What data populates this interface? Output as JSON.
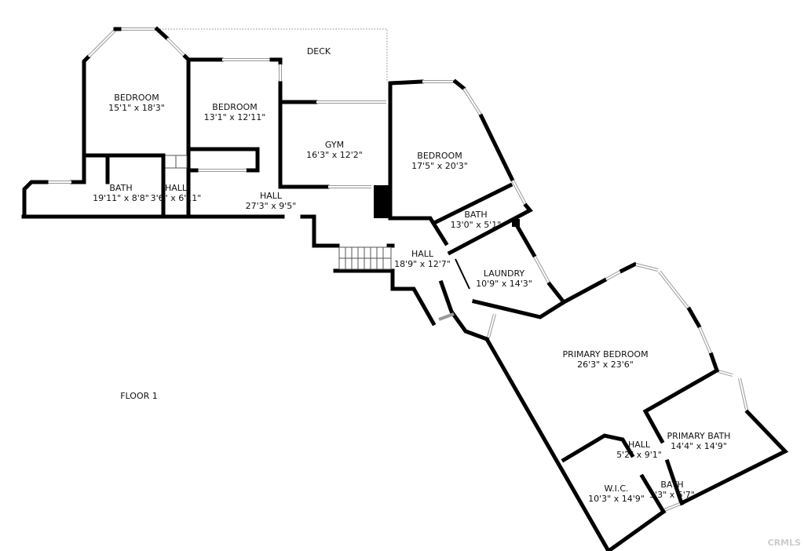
{
  "floor_label": "FLOOR 1",
  "watermark": "CRMLS",
  "rooms": [
    {
      "name": "DECK",
      "dims": ""
    },
    {
      "name": "BEDROOM",
      "dims": "15'1\" x 18'3\""
    },
    {
      "name": "BEDROOM",
      "dims": "13'1\" x 12'11\""
    },
    {
      "name": "GYM",
      "dims": "16'3\" x 12'2\""
    },
    {
      "name": "BEDROOM",
      "dims": "17'5\" x 20'3\""
    },
    {
      "name": "BATH",
      "dims": "19'11\" x 8'8\""
    },
    {
      "name": "'HALL'",
      "dims": "3'6\" x 6'11\""
    },
    {
      "name": "HALL",
      "dims": "27'3\" x 9'5\""
    },
    {
      "name": "BATH",
      "dims": "13'0\" x 5'1\""
    },
    {
      "name": "HALL",
      "dims": "18'9\" x 12'7\""
    },
    {
      "name": "LAUNDRY",
      "dims": "10'9\" x 14'3\""
    },
    {
      "name": "PRIMARY BEDROOM",
      "dims": "26'3\" x 23'6\""
    },
    {
      "name": "PRIMARY BATH",
      "dims": "14'4\" x 14'9\""
    },
    {
      "name": "HALL",
      "dims": "5'2\" x 9'1\""
    },
    {
      "name": "W.I.C.",
      "dims": "10'3\" x 14'9\""
    },
    {
      "name": "BATH",
      "dims": "3'3\" x 5'7\""
    }
  ]
}
